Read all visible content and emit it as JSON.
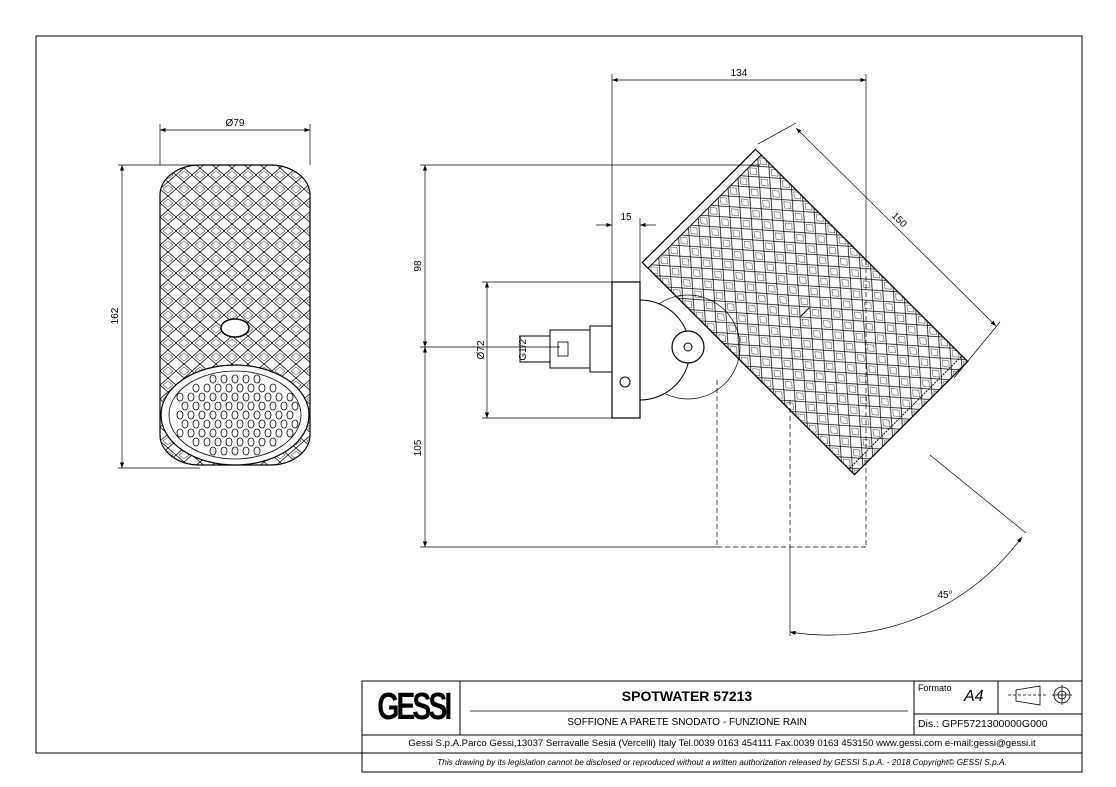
{
  "drawing": {
    "dimensions": {
      "front_diameter": "Ø79",
      "front_height": "162",
      "upper_height": "98",
      "lower_height": "105",
      "plate_diameter": "Ø72",
      "thread": "G1/2\"",
      "plate_thickness": "15",
      "projection": "134",
      "body_length": "150",
      "tilt_angle": "45°"
    }
  },
  "title_block": {
    "logo": "GESSI",
    "product_title": "SPOTWATER 57213",
    "description": "SOFFIONE A PARETE SNODATO - FUNZIONE RAIN",
    "format_label": "Formato",
    "format_value": "A4",
    "drawing_number": "Dis.: GPF5721300000G000",
    "company_info": "Gessi S.p.A.Parco Gessi,13037 Serravalle Sesia (Vercelli) Italy Tel.0039 0163 454111 Fax.0039 0163 453150 www.gessi.com e-mail:gessi@gessi.it",
    "copyright": "This drawing by its legislation cannot be disclosed or reproduced without a written authorization released by GESSI S.p.A. - 2018 Copyright© GESSI S.p.A."
  }
}
